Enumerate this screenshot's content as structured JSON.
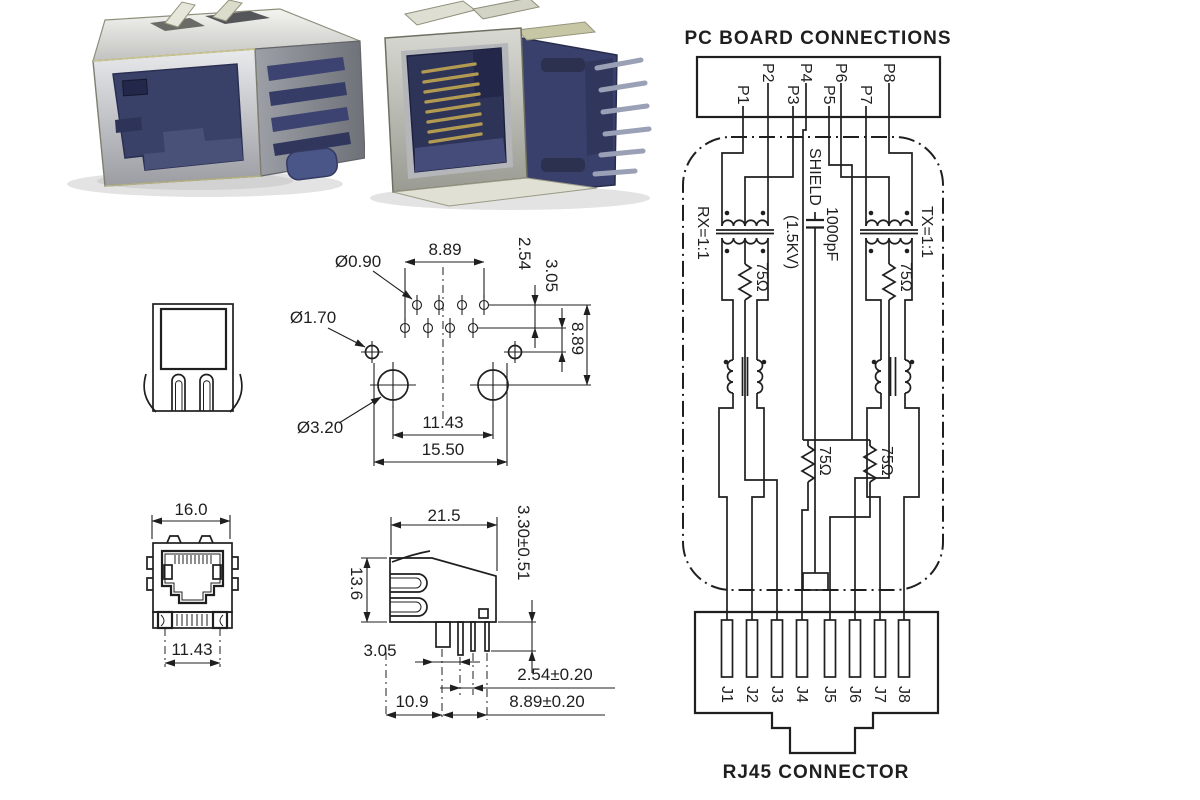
{
  "colors": {
    "background": "#ffffff",
    "line_art": "#1f1f1f",
    "metal_light": "#dfe0e2",
    "metal_mid": "#a8aaae",
    "metal_dark": "#74767c",
    "metal_olive": "#bdb98c",
    "plastic_navy": "#3a4168",
    "plastic_navy_dark": "#262b4c",
    "gold_contact": "#b29a52",
    "shadow": "#d9d9d9"
  },
  "photos": {
    "angled": "rj45-shielded-jack-photo-angled-view",
    "front": "rj45-shielded-jack-photo-front-contacts-view"
  },
  "schematic": {
    "title": "PC BOARD CONNECTIONS",
    "board_pins": [
      "P1",
      "P2",
      "P3",
      "P4",
      "P5",
      "P6",
      "P7",
      "P8"
    ],
    "rx_label": "RX=1:1",
    "tx_label": "TX=1:1",
    "shield_label": "SHIELD",
    "cap_value": "1000pF",
    "cap_rating": "(1.5KV)",
    "resistor_rx": "75Ω",
    "resistor_tx": "75Ω",
    "resistor_mid_left": "75Ω",
    "resistor_mid_right": "75Ω",
    "connector_title": "RJ45 CONNECTOR",
    "connector_pins": [
      "J1",
      "J2",
      "J3",
      "J4",
      "J5",
      "J6",
      "J7",
      "J8"
    ]
  },
  "footprint_view": {
    "pin_hole_dia": "Ø0.90",
    "pin_row_span": "8.89",
    "row_pitch": "2.54",
    "row_offset": "3.05",
    "post_hole_dia": "Ø1.70",
    "vertical_span": "8.89",
    "mount_hole_dia": "Ø3.20",
    "mount_span": "11.43",
    "overall_width": "15.50"
  },
  "front_view": {
    "body_width": "16.0",
    "leg_span": "11.43"
  },
  "side_view": {
    "body_depth": "21.5",
    "body_height": "13.6",
    "standoff": "3.30±0.51",
    "pin_offset": "3.05",
    "pin_pitch": "2.54±0.20",
    "rear_depth": "10.9",
    "pin_row_span": "8.89±0.20"
  }
}
